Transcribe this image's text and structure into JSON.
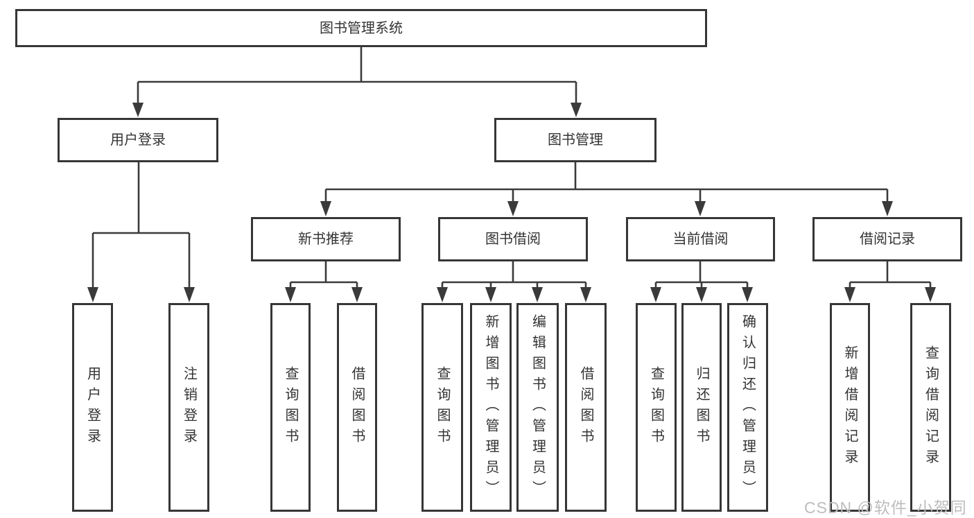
{
  "diagram": {
    "type": "tree",
    "nodes": {
      "root": "图书管理系统",
      "user_login": "用户登录",
      "book_mgmt": "图书管理",
      "new_books": "新书推荐",
      "book_borrow": "图书借阅",
      "cur_borrow": "当前借阅",
      "borrow_rec": "借阅记录",
      "a1": "用户登录",
      "a2": "注销登录",
      "b1": "查询图书",
      "b2": "借阅图书",
      "c1": "查询图书",
      "c2": "新增图书（管理员）",
      "c3": "编辑图书（管理员）",
      "c4": "借阅图书",
      "d1": "查询图书",
      "d2": "归还图书",
      "d3": "确认归还（管理员）",
      "e1": "新增借阅记录",
      "e2": "查询借阅记录"
    },
    "edges": [
      [
        "root",
        "user_login"
      ],
      [
        "root",
        "book_mgmt"
      ],
      [
        "user_login",
        "a1"
      ],
      [
        "user_login",
        "a2"
      ],
      [
        "book_mgmt",
        "new_books"
      ],
      [
        "book_mgmt",
        "book_borrow"
      ],
      [
        "book_mgmt",
        "cur_borrow"
      ],
      [
        "book_mgmt",
        "borrow_rec"
      ],
      [
        "new_books",
        "b1"
      ],
      [
        "new_books",
        "b2"
      ],
      [
        "book_borrow",
        "c1"
      ],
      [
        "book_borrow",
        "c2"
      ],
      [
        "book_borrow",
        "c3"
      ],
      [
        "book_borrow",
        "c4"
      ],
      [
        "cur_borrow",
        "d1"
      ],
      [
        "cur_borrow",
        "d2"
      ],
      [
        "cur_borrow",
        "d3"
      ],
      [
        "borrow_rec",
        "e1"
      ],
      [
        "borrow_rec",
        "e2"
      ]
    ],
    "colors": {
      "line": "#3a3a3a",
      "box_border": "#363636",
      "box_fill": "#ffffff",
      "text": "#333333",
      "watermark": "#bdbdbd",
      "background": "#ffffff"
    }
  },
  "watermark": "CSDN @软件_小贺同学"
}
